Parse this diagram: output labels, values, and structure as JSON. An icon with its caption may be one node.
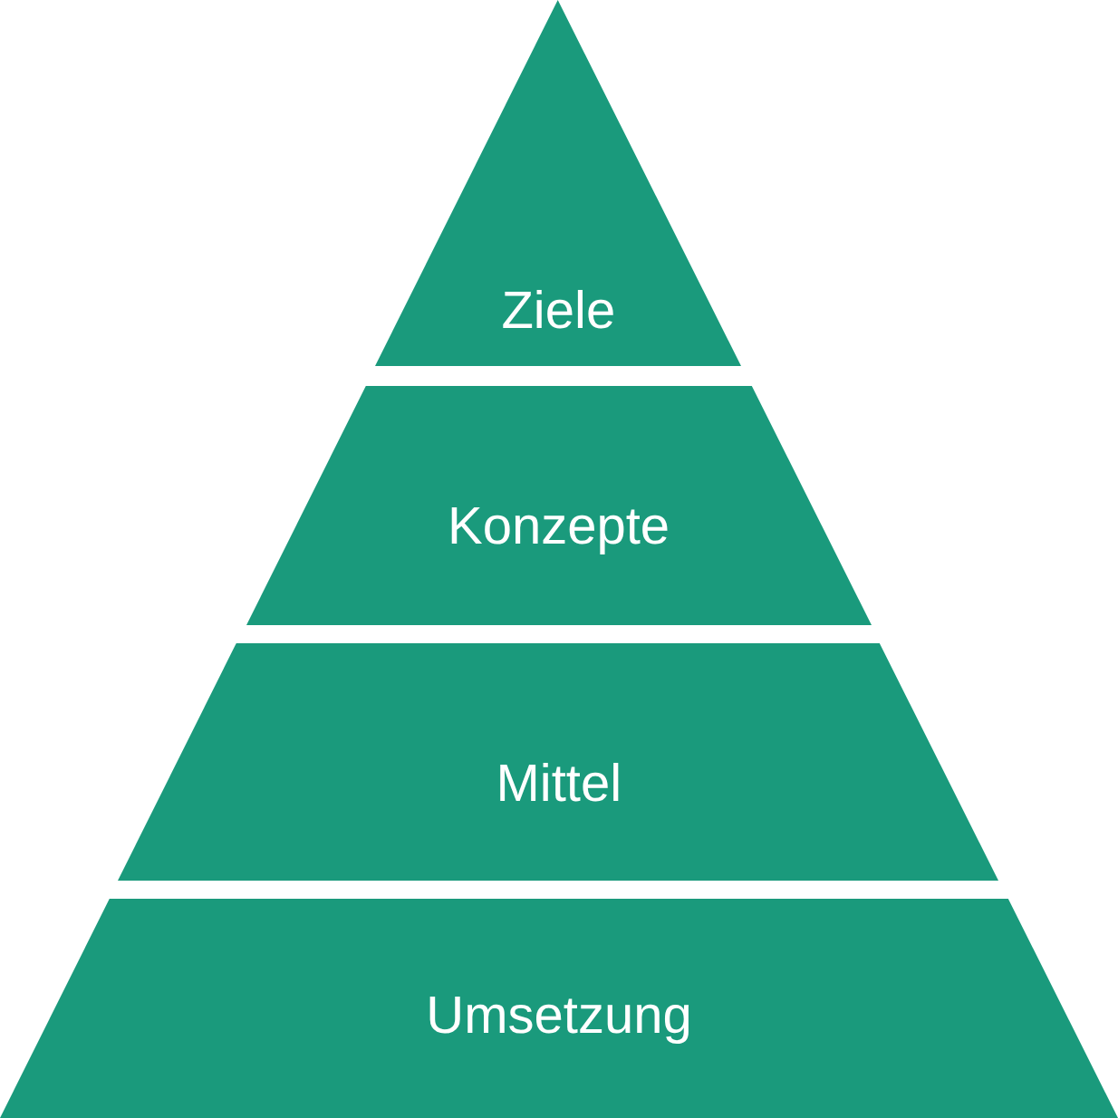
{
  "diagram": {
    "nodes": [
      {
        "text": [
          "Ziele"
        ]
      },
      {
        "text": [
          "Konzepte"
        ]
      },
      {
        "text": [
          "Mittel"
        ]
      },
      {
        "text": [
          "Umsetzung"
        ]
      }
    ]
  }
}
